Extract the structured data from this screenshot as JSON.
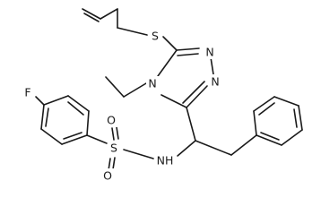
{
  "molecule": {
    "atoms": {
      "S_thio": "S",
      "N_ring_top": "N",
      "N_ring_right": "N",
      "N_ring_ethyl": "N",
      "F": "F",
      "S_sulfonyl": "S",
      "O_upper": "O",
      "O_lower": "O",
      "NH": "NH"
    }
  }
}
